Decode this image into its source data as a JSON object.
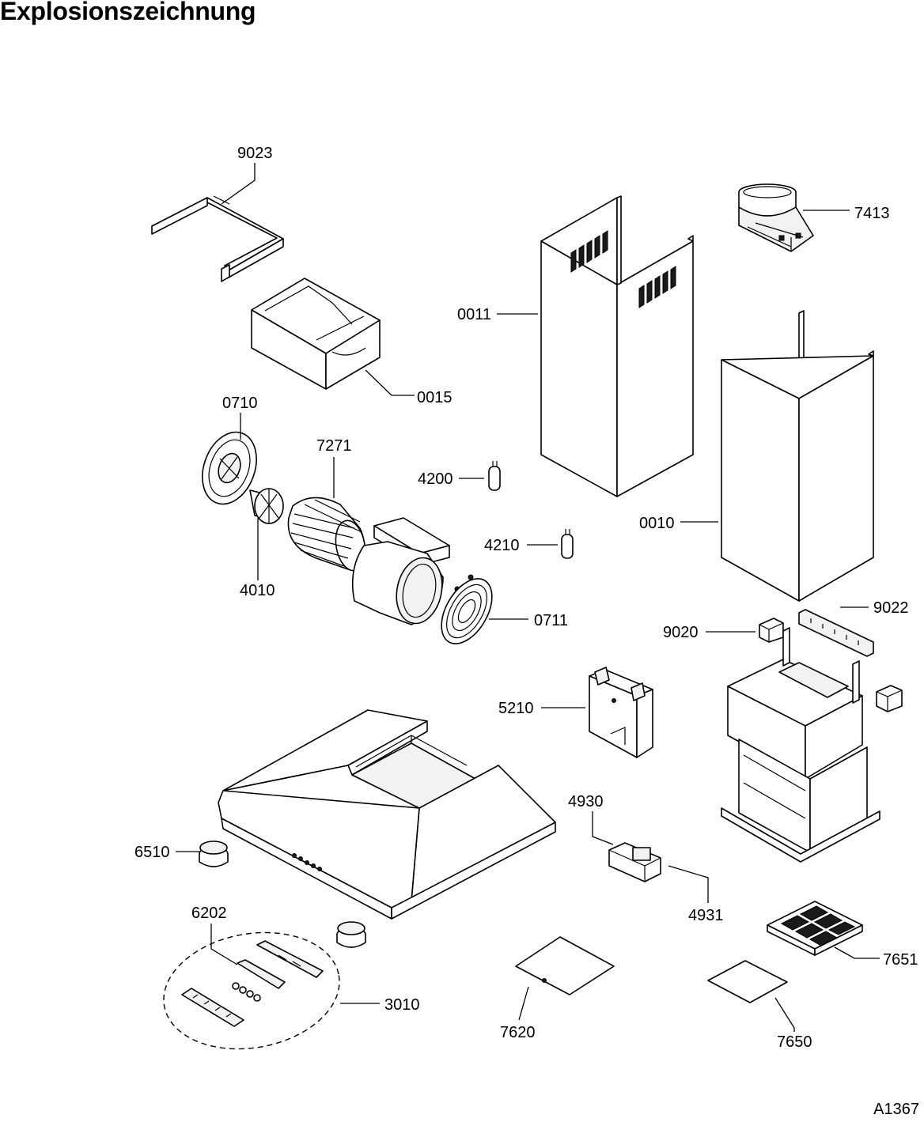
{
  "title": "Explosionszeichnung",
  "document_code": "A1367",
  "parts": {
    "p9023": "9023",
    "p7413": "7413",
    "p0011": "0011",
    "p0015": "0015",
    "p0710": "0710",
    "p7271": "7271",
    "p4200": "4200",
    "p0010": "0010",
    "p4210": "4210",
    "p4010": "4010",
    "p0711": "0711",
    "p9022": "9022",
    "p9020": "9020",
    "p5210": "5210",
    "p4930": "4930",
    "p6510": "6510",
    "p4931": "4931",
    "p6202": "6202",
    "p7651": "7651",
    "p3010": "3010",
    "p7620": "7620",
    "p7650": "7650"
  }
}
